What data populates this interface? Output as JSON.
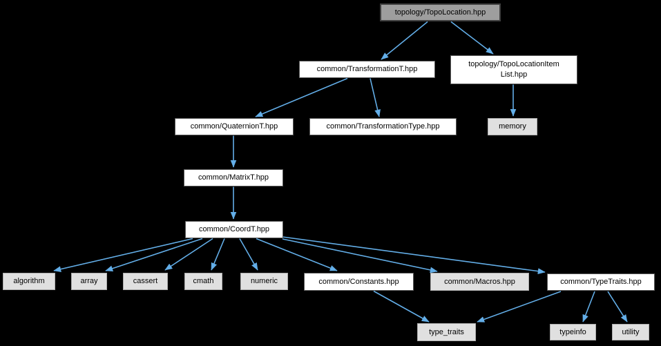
{
  "diagram": {
    "type": "include-dependency-graph",
    "background_color": "#000000",
    "edge_color": "#63aee8",
    "node_colors": {
      "root_fill": "#9e9e9e",
      "root_border": "#404040",
      "file_fill": "#ffffff",
      "file_border": "#5a5a5a",
      "system_fill": "#e0e0e0",
      "system_border": "#adadad",
      "text": "#000000"
    },
    "nodes": {
      "topoLocation": {
        "label": "topology/TopoLocation.hpp",
        "type": "root"
      },
      "transformationT": {
        "label": "common/TransformationT.hpp",
        "type": "file"
      },
      "topoLocationItemList": {
        "label": "topology/TopoLocationItemList.hpp",
        "lines": [
          "topology/TopoLocationItem",
          "List.hpp"
        ],
        "type": "file"
      },
      "quaternionT": {
        "label": "common/QuaternionT.hpp",
        "type": "file"
      },
      "transformationType": {
        "label": "common/TransformationType.hpp",
        "type": "file"
      },
      "memory": {
        "label": "memory",
        "type": "system"
      },
      "matrixT": {
        "label": "common/MatrixT.hpp",
        "type": "file"
      },
      "coordT": {
        "label": "common/CoordT.hpp",
        "type": "file"
      },
      "algorithm": {
        "label": "algorithm",
        "type": "system"
      },
      "array": {
        "label": "array",
        "type": "system"
      },
      "cassert": {
        "label": "cassert",
        "type": "system"
      },
      "cmath": {
        "label": "cmath",
        "type": "system"
      },
      "numeric": {
        "label": "numeric",
        "type": "system"
      },
      "constants": {
        "label": "common/Constants.hpp",
        "type": "file"
      },
      "macros": {
        "label": "common/Macros.hpp",
        "type": "system"
      },
      "typeTraitsHpp": {
        "label": "common/TypeTraits.hpp",
        "type": "file"
      },
      "typeTraitsStd": {
        "label": "type_traits",
        "type": "system"
      },
      "typeinfo": {
        "label": "typeinfo",
        "type": "system"
      },
      "utility": {
        "label": "utility",
        "type": "system"
      }
    },
    "edges": [
      {
        "from": "topoLocation",
        "to": "transformationT"
      },
      {
        "from": "topoLocation",
        "to": "topoLocationItemList"
      },
      {
        "from": "transformationT",
        "to": "quaternionT"
      },
      {
        "from": "transformationT",
        "to": "transformationType"
      },
      {
        "from": "topoLocationItemList",
        "to": "memory"
      },
      {
        "from": "quaternionT",
        "to": "matrixT"
      },
      {
        "from": "matrixT",
        "to": "coordT"
      },
      {
        "from": "coordT",
        "to": "algorithm"
      },
      {
        "from": "coordT",
        "to": "array"
      },
      {
        "from": "coordT",
        "to": "cassert"
      },
      {
        "from": "coordT",
        "to": "cmath"
      },
      {
        "from": "coordT",
        "to": "numeric"
      },
      {
        "from": "coordT",
        "to": "constants"
      },
      {
        "from": "coordT",
        "to": "macros"
      },
      {
        "from": "coordT",
        "to": "typeTraitsHpp"
      },
      {
        "from": "constants",
        "to": "typeTraitsStd"
      },
      {
        "from": "typeTraitsHpp",
        "to": "typeTraitsStd"
      },
      {
        "from": "typeTraitsHpp",
        "to": "typeinfo"
      },
      {
        "from": "typeTraitsHpp",
        "to": "utility"
      }
    ]
  }
}
